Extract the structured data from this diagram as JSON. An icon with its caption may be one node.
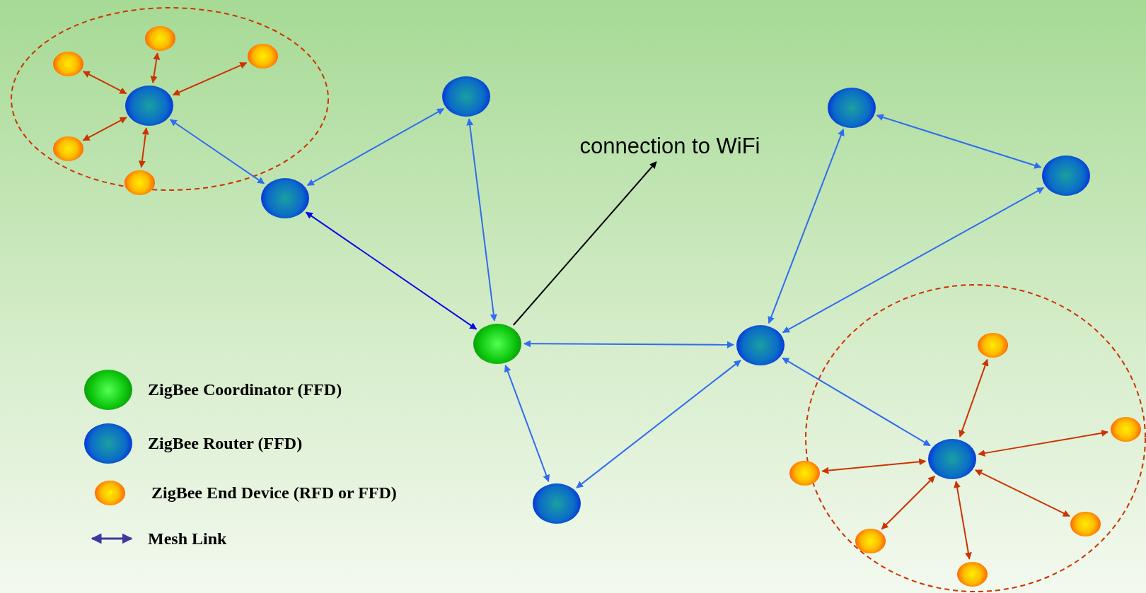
{
  "diagram": {
    "nodes": [
      {
        "text": [],
        "shape": "circle"
      },
      {
        "text": [],
        "shape": "circle"
      },
      {
        "text": [],
        "shape": "circle"
      },
      {
        "text": [],
        "shape": "circle"
      },
      {
        "text": [],
        "shape": "circle"
      },
      {
        "text": [],
        "shape": "circle"
      },
      {
        "text": [],
        "shape": "circle"
      },
      {
        "text": [],
        "shape": "circle"
      },
      {
        "text": [],
        "shape": "circle"
      },
      {
        "text": [],
        "shape": "circle"
      },
      {
        "text": [],
        "shape": "circle"
      },
      {
        "text": [],
        "shape": "circle"
      },
      {
        "text": [],
        "shape": "circle"
      },
      {
        "text": [],
        "shape": "circle"
      },
      {
        "text": [],
        "shape": "circle"
      },
      {
        "text": [],
        "shape": "circle"
      },
      {
        "text": [],
        "shape": "circle"
      },
      {
        "text": [],
        "shape": "circle"
      },
      {
        "text": [],
        "shape": "circle"
      },
      {
        "text": [],
        "shape": "circle"
      },
      {
        "text": [
          "connection to WiFi"
        ]
      }
    ],
    "edges": [
      {
        "from": 0,
        "to": 1,
        "arrow": "both"
      },
      {
        "from": 0,
        "to": 2,
        "arrow": "both"
      },
      {
        "from": 0,
        "to": 3,
        "arrow": "both"
      },
      {
        "from": 0,
        "to": 4,
        "arrow": "both"
      },
      {
        "from": 0,
        "to": 5,
        "arrow": "both"
      },
      {
        "from": 0,
        "to": 7,
        "arrow": "both",
        "color": "#2f6cf0"
      },
      {
        "from": 7,
        "to": 6,
        "arrow": "both",
        "color": "#2f6cf0"
      },
      {
        "from": 6,
        "to": 8,
        "arrow": "both",
        "color": "#2f6cf0"
      },
      {
        "from": 7,
        "to": 8,
        "arrow": "both",
        "color": "#0a0ae6"
      },
      {
        "from": 8,
        "to": 11,
        "arrow": "both",
        "color": "#2f6cf0"
      },
      {
        "from": 8,
        "to": 12,
        "arrow": "both",
        "color": "#2f6cf0"
      },
      {
        "from": 12,
        "to": 11,
        "arrow": "both",
        "color": "#2f6cf0"
      },
      {
        "from": 11,
        "to": 9,
        "arrow": "both",
        "color": "#2f6cf0"
      },
      {
        "from": 9,
        "to": 10,
        "arrow": "both",
        "color": "#2f6cf0"
      },
      {
        "from": 10,
        "to": 11,
        "arrow": "both",
        "color": "#2f6cf0"
      },
      {
        "from": 11,
        "to": 13,
        "arrow": "both",
        "color": "#2f6cf0"
      },
      {
        "from": 13,
        "to": 14,
        "arrow": "both"
      },
      {
        "from": 13,
        "to": 15,
        "arrow": "both"
      },
      {
        "from": 13,
        "to": 16,
        "arrow": "both"
      },
      {
        "from": 13,
        "to": 17,
        "arrow": "both"
      },
      {
        "from": 13,
        "to": 18,
        "arrow": "both"
      },
      {
        "from": 13,
        "to": 19,
        "arrow": "both"
      },
      {
        "from": 8,
        "to": 20,
        "arrow": "to",
        "color": "#000000"
      }
    ],
    "legend": [
      {
        "text": "ZigBee Coordinator (FFD)"
      },
      {
        "text": "ZigBee Router (FFD)"
      },
      {
        "text": "ZigBee End Device (RFD or FFD)"
      },
      {
        "text": "Mesh Link"
      }
    ]
  }
}
